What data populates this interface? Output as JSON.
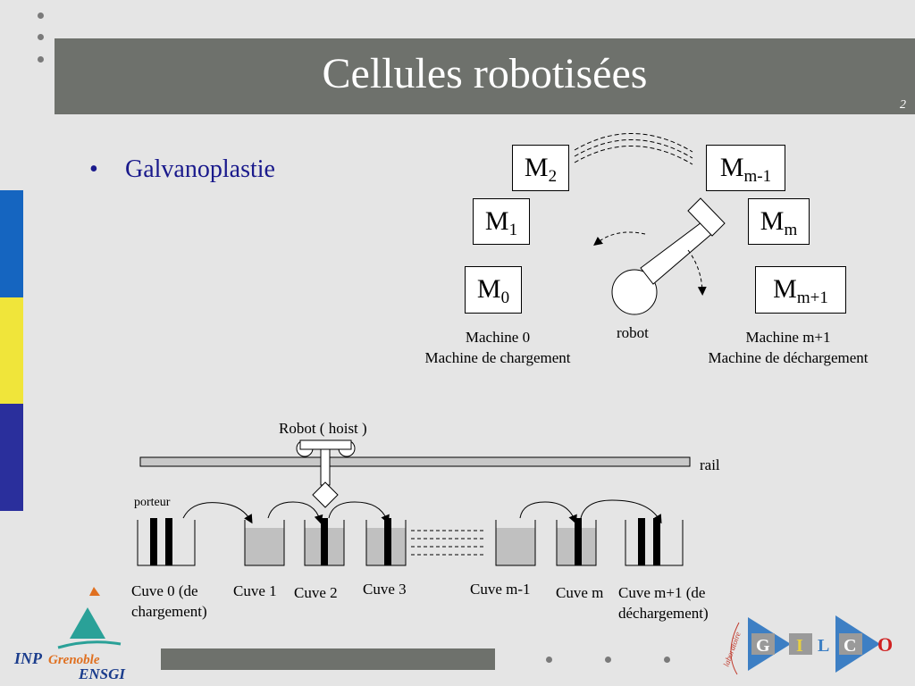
{
  "title": "Cellules robotisées",
  "page_number": "2",
  "bullet": "Galvanoplastie",
  "top_diagram": {
    "machines": [
      {
        "id": "m2",
        "main": "M",
        "sub": "2"
      },
      {
        "id": "mm-1",
        "main": "M",
        "sub": "m-1"
      },
      {
        "id": "m1",
        "main": "M",
        "sub": "1"
      },
      {
        "id": "mm",
        "main": "M",
        "sub": "m"
      },
      {
        "id": "m0",
        "main": "M",
        "sub": "0"
      },
      {
        "id": "mm+1",
        "main": "M",
        "sub": "m+1"
      }
    ],
    "robot_label": "robot",
    "machine0_line1": "Machine 0",
    "machine0_line2": "Machine de chargement",
    "machinem1_line1": "Machine m+1",
    "machinem1_line2": "Machine de déchargement"
  },
  "bottom_diagram": {
    "hoist_label": "Robot ( hoist )",
    "rail_label": "rail",
    "carrier_label": "porteur",
    "tanks": [
      {
        "line1": "Cuve 0 (de",
        "line2": "chargement)"
      },
      {
        "line1": "Cuve 1"
      },
      {
        "line1": "Cuve 2"
      },
      {
        "line1": "Cuve 3"
      },
      {
        "line1": "Cuve m-1"
      },
      {
        "line1": "Cuve m"
      },
      {
        "line1": "Cuve m+1 (de",
        "line2": "déchargement)"
      }
    ]
  },
  "logos": {
    "inp_text": "INP",
    "grenoble_text": "Grenoble",
    "ensgi_text": "ENSGI",
    "gilco_letters": [
      "G",
      "I",
      "L",
      "C",
      "O"
    ],
    "gilco_arc_text": "laboratoire"
  },
  "colors": {
    "title_bar": "#6e716c",
    "bullet_text": "#1a1a8c",
    "side_blue": "#1565c0",
    "side_yellow": "#f0e53a",
    "side_navy": "#2a2f9c"
  }
}
